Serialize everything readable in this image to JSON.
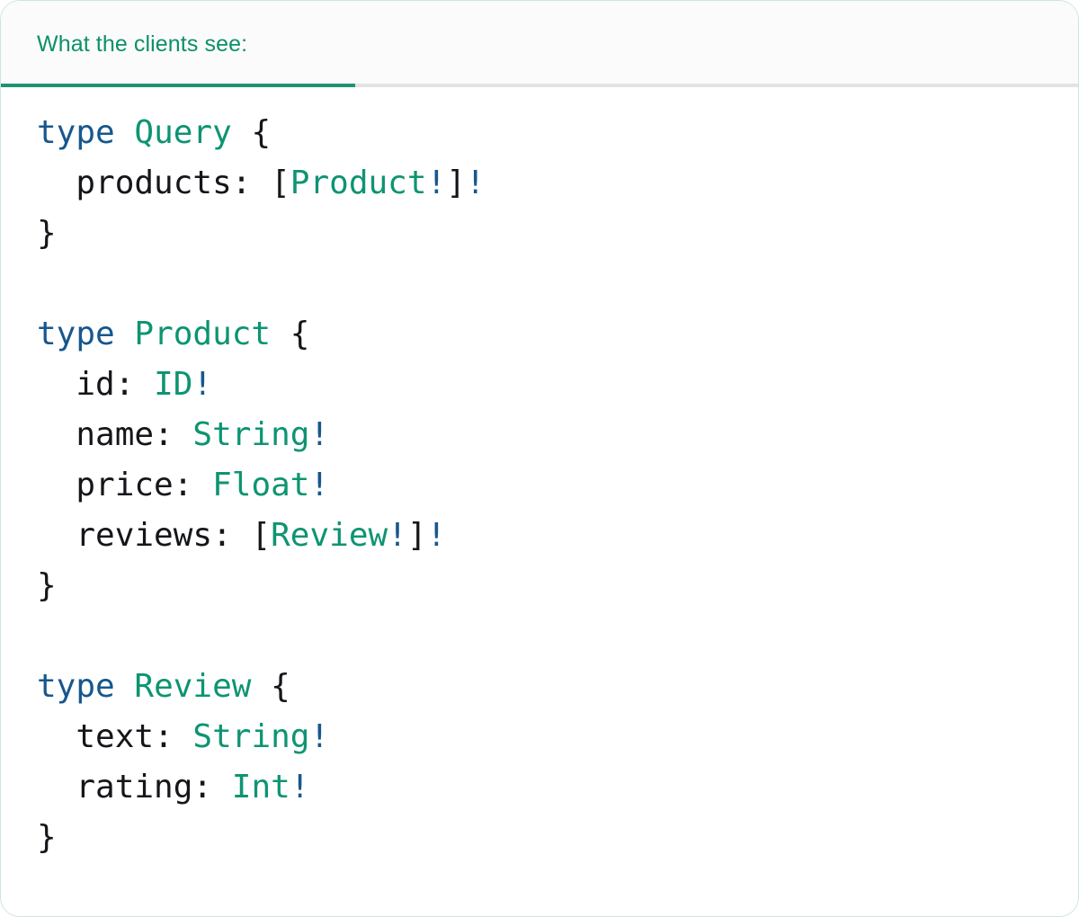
{
  "card": {
    "border_color": "#cfe6d9",
    "background": "#ffffff"
  },
  "header": {
    "title": "What the clients see:",
    "background": "#fbfbfb",
    "title_color": "#0d9069",
    "rule_color": "#e3e3e3",
    "active_rule_color": "#1a9472"
  },
  "colors": {
    "keyword": "#17578e",
    "typename": "#0e9472",
    "type": "#0e9472",
    "field": "#15161a",
    "punct": "#15161a",
    "bang": "#17578e",
    "plain": "#15161a"
  },
  "code": {
    "language": "graphql",
    "raw": "type Query {\n  products: [Product!]!\n}\n\ntype Product {\n  id: ID!\n  name: String!\n  price: Float!\n  reviews: [Review!]!\n}\n\ntype Review {\n  text: String!\n  rating: Int!\n}",
    "lines": [
      {
        "index": 1,
        "tokens": [
          {
            "t": "type",
            "c": "keyword"
          },
          {
            "t": " ",
            "c": "plain"
          },
          {
            "t": "Query",
            "c": "typename"
          },
          {
            "t": " ",
            "c": "plain"
          },
          {
            "t": "{",
            "c": "punct"
          }
        ]
      },
      {
        "index": 2,
        "tokens": [
          {
            "t": "  ",
            "c": "plain"
          },
          {
            "t": "products",
            "c": "field"
          },
          {
            "t": ": ",
            "c": "punct"
          },
          {
            "t": "[",
            "c": "punct"
          },
          {
            "t": "Product",
            "c": "type"
          },
          {
            "t": "!",
            "c": "bang"
          },
          {
            "t": "]",
            "c": "punct"
          },
          {
            "t": "!",
            "c": "bang"
          }
        ]
      },
      {
        "index": 3,
        "tokens": [
          {
            "t": "}",
            "c": "punct"
          }
        ]
      },
      {
        "index": 4,
        "tokens": []
      },
      {
        "index": 5,
        "tokens": [
          {
            "t": "type",
            "c": "keyword"
          },
          {
            "t": " ",
            "c": "plain"
          },
          {
            "t": "Product",
            "c": "typename"
          },
          {
            "t": " ",
            "c": "plain"
          },
          {
            "t": "{",
            "c": "punct"
          }
        ]
      },
      {
        "index": 6,
        "tokens": [
          {
            "t": "  ",
            "c": "plain"
          },
          {
            "t": "id",
            "c": "field"
          },
          {
            "t": ": ",
            "c": "punct"
          },
          {
            "t": "ID",
            "c": "type"
          },
          {
            "t": "!",
            "c": "bang"
          }
        ]
      },
      {
        "index": 7,
        "tokens": [
          {
            "t": "  ",
            "c": "plain"
          },
          {
            "t": "name",
            "c": "field"
          },
          {
            "t": ": ",
            "c": "punct"
          },
          {
            "t": "String",
            "c": "type"
          },
          {
            "t": "!",
            "c": "bang"
          }
        ]
      },
      {
        "index": 8,
        "tokens": [
          {
            "t": "  ",
            "c": "plain"
          },
          {
            "t": "price",
            "c": "field"
          },
          {
            "t": ": ",
            "c": "punct"
          },
          {
            "t": "Float",
            "c": "type"
          },
          {
            "t": "!",
            "c": "bang"
          }
        ]
      },
      {
        "index": 9,
        "tokens": [
          {
            "t": "  ",
            "c": "plain"
          },
          {
            "t": "reviews",
            "c": "field"
          },
          {
            "t": ": ",
            "c": "punct"
          },
          {
            "t": "[",
            "c": "punct"
          },
          {
            "t": "Review",
            "c": "type"
          },
          {
            "t": "!",
            "c": "bang"
          },
          {
            "t": "]",
            "c": "punct"
          },
          {
            "t": "!",
            "c": "bang"
          }
        ]
      },
      {
        "index": 10,
        "tokens": [
          {
            "t": "}",
            "c": "punct"
          }
        ]
      },
      {
        "index": 11,
        "tokens": []
      },
      {
        "index": 12,
        "tokens": [
          {
            "t": "type",
            "c": "keyword"
          },
          {
            "t": " ",
            "c": "plain"
          },
          {
            "t": "Review",
            "c": "typename"
          },
          {
            "t": " ",
            "c": "plain"
          },
          {
            "t": "{",
            "c": "punct"
          }
        ]
      },
      {
        "index": 13,
        "tokens": [
          {
            "t": "  ",
            "c": "plain"
          },
          {
            "t": "text",
            "c": "field"
          },
          {
            "t": ": ",
            "c": "punct"
          },
          {
            "t": "String",
            "c": "type"
          },
          {
            "t": "!",
            "c": "bang"
          }
        ]
      },
      {
        "index": 14,
        "tokens": [
          {
            "t": "  ",
            "c": "plain"
          },
          {
            "t": "rating",
            "c": "field"
          },
          {
            "t": ": ",
            "c": "punct"
          },
          {
            "t": "Int",
            "c": "type"
          },
          {
            "t": "!",
            "c": "bang"
          }
        ]
      },
      {
        "index": 15,
        "tokens": [
          {
            "t": "}",
            "c": "punct"
          }
        ]
      }
    ]
  }
}
